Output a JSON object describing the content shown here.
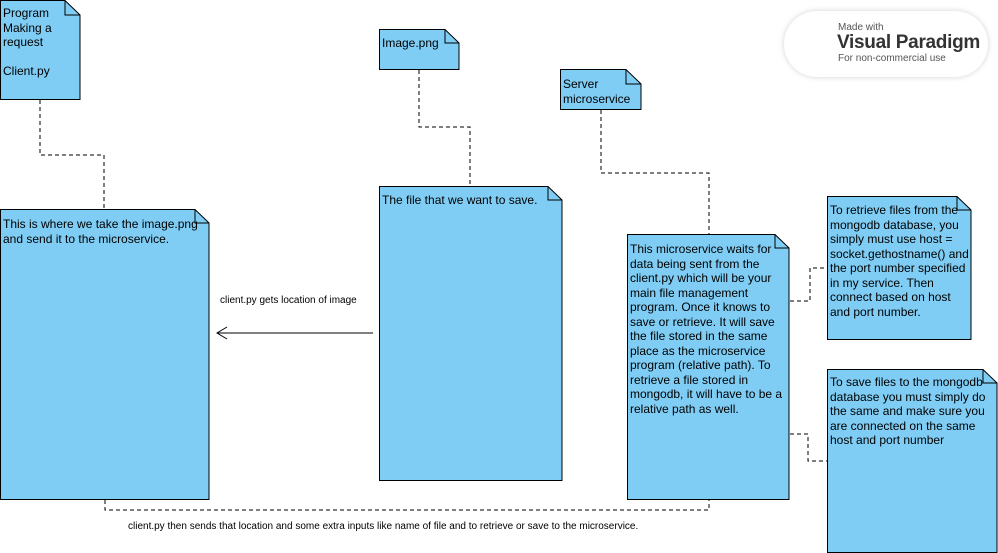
{
  "notes": {
    "program": "Program\nMaking a\nrequest\n\nClient.py",
    "image": "Image.png",
    "server": "Server\nmicroservice",
    "client_desc": "This is where we take the image.png\nand send it to the microservice.",
    "file_desc": "The file that we want to save.",
    "micro_desc": "This microservice waits for\ndata being sent from the\nclient.py which will be your\nmain file management\nprogram. Once it knows to\nsave or retrieve. It will save\nthe file stored in the same\nplace as the microservice\nprogram (relative path). To\nretrieve a file stored in\nmongodb, it will have to be a\nrelative path as well.",
    "retrieve": "To retrieve files from the\nmongodb database, you\nsimply must use host =\nsocket.gethostname() and\nthe port number specified\nin my service. Then\nconnect based on host\nand port number.",
    "save": "To save files to the mongodb\ndatabase you must simply do\nthe same and make sure you\nare connected on the same\nhost and port number"
  },
  "labels": {
    "arrow_label": "client.py gets location of image",
    "bottom_label": "client.py then sends that location and some extra inputs like name of file and to retrieve or save to the microservice."
  },
  "watermark": {
    "made": "Made with",
    "brand": "Visual Paradigm",
    "sub": "For non-commercial use"
  },
  "colors": {
    "note_fill": "#7fcdf4",
    "stroke": "#000000"
  }
}
